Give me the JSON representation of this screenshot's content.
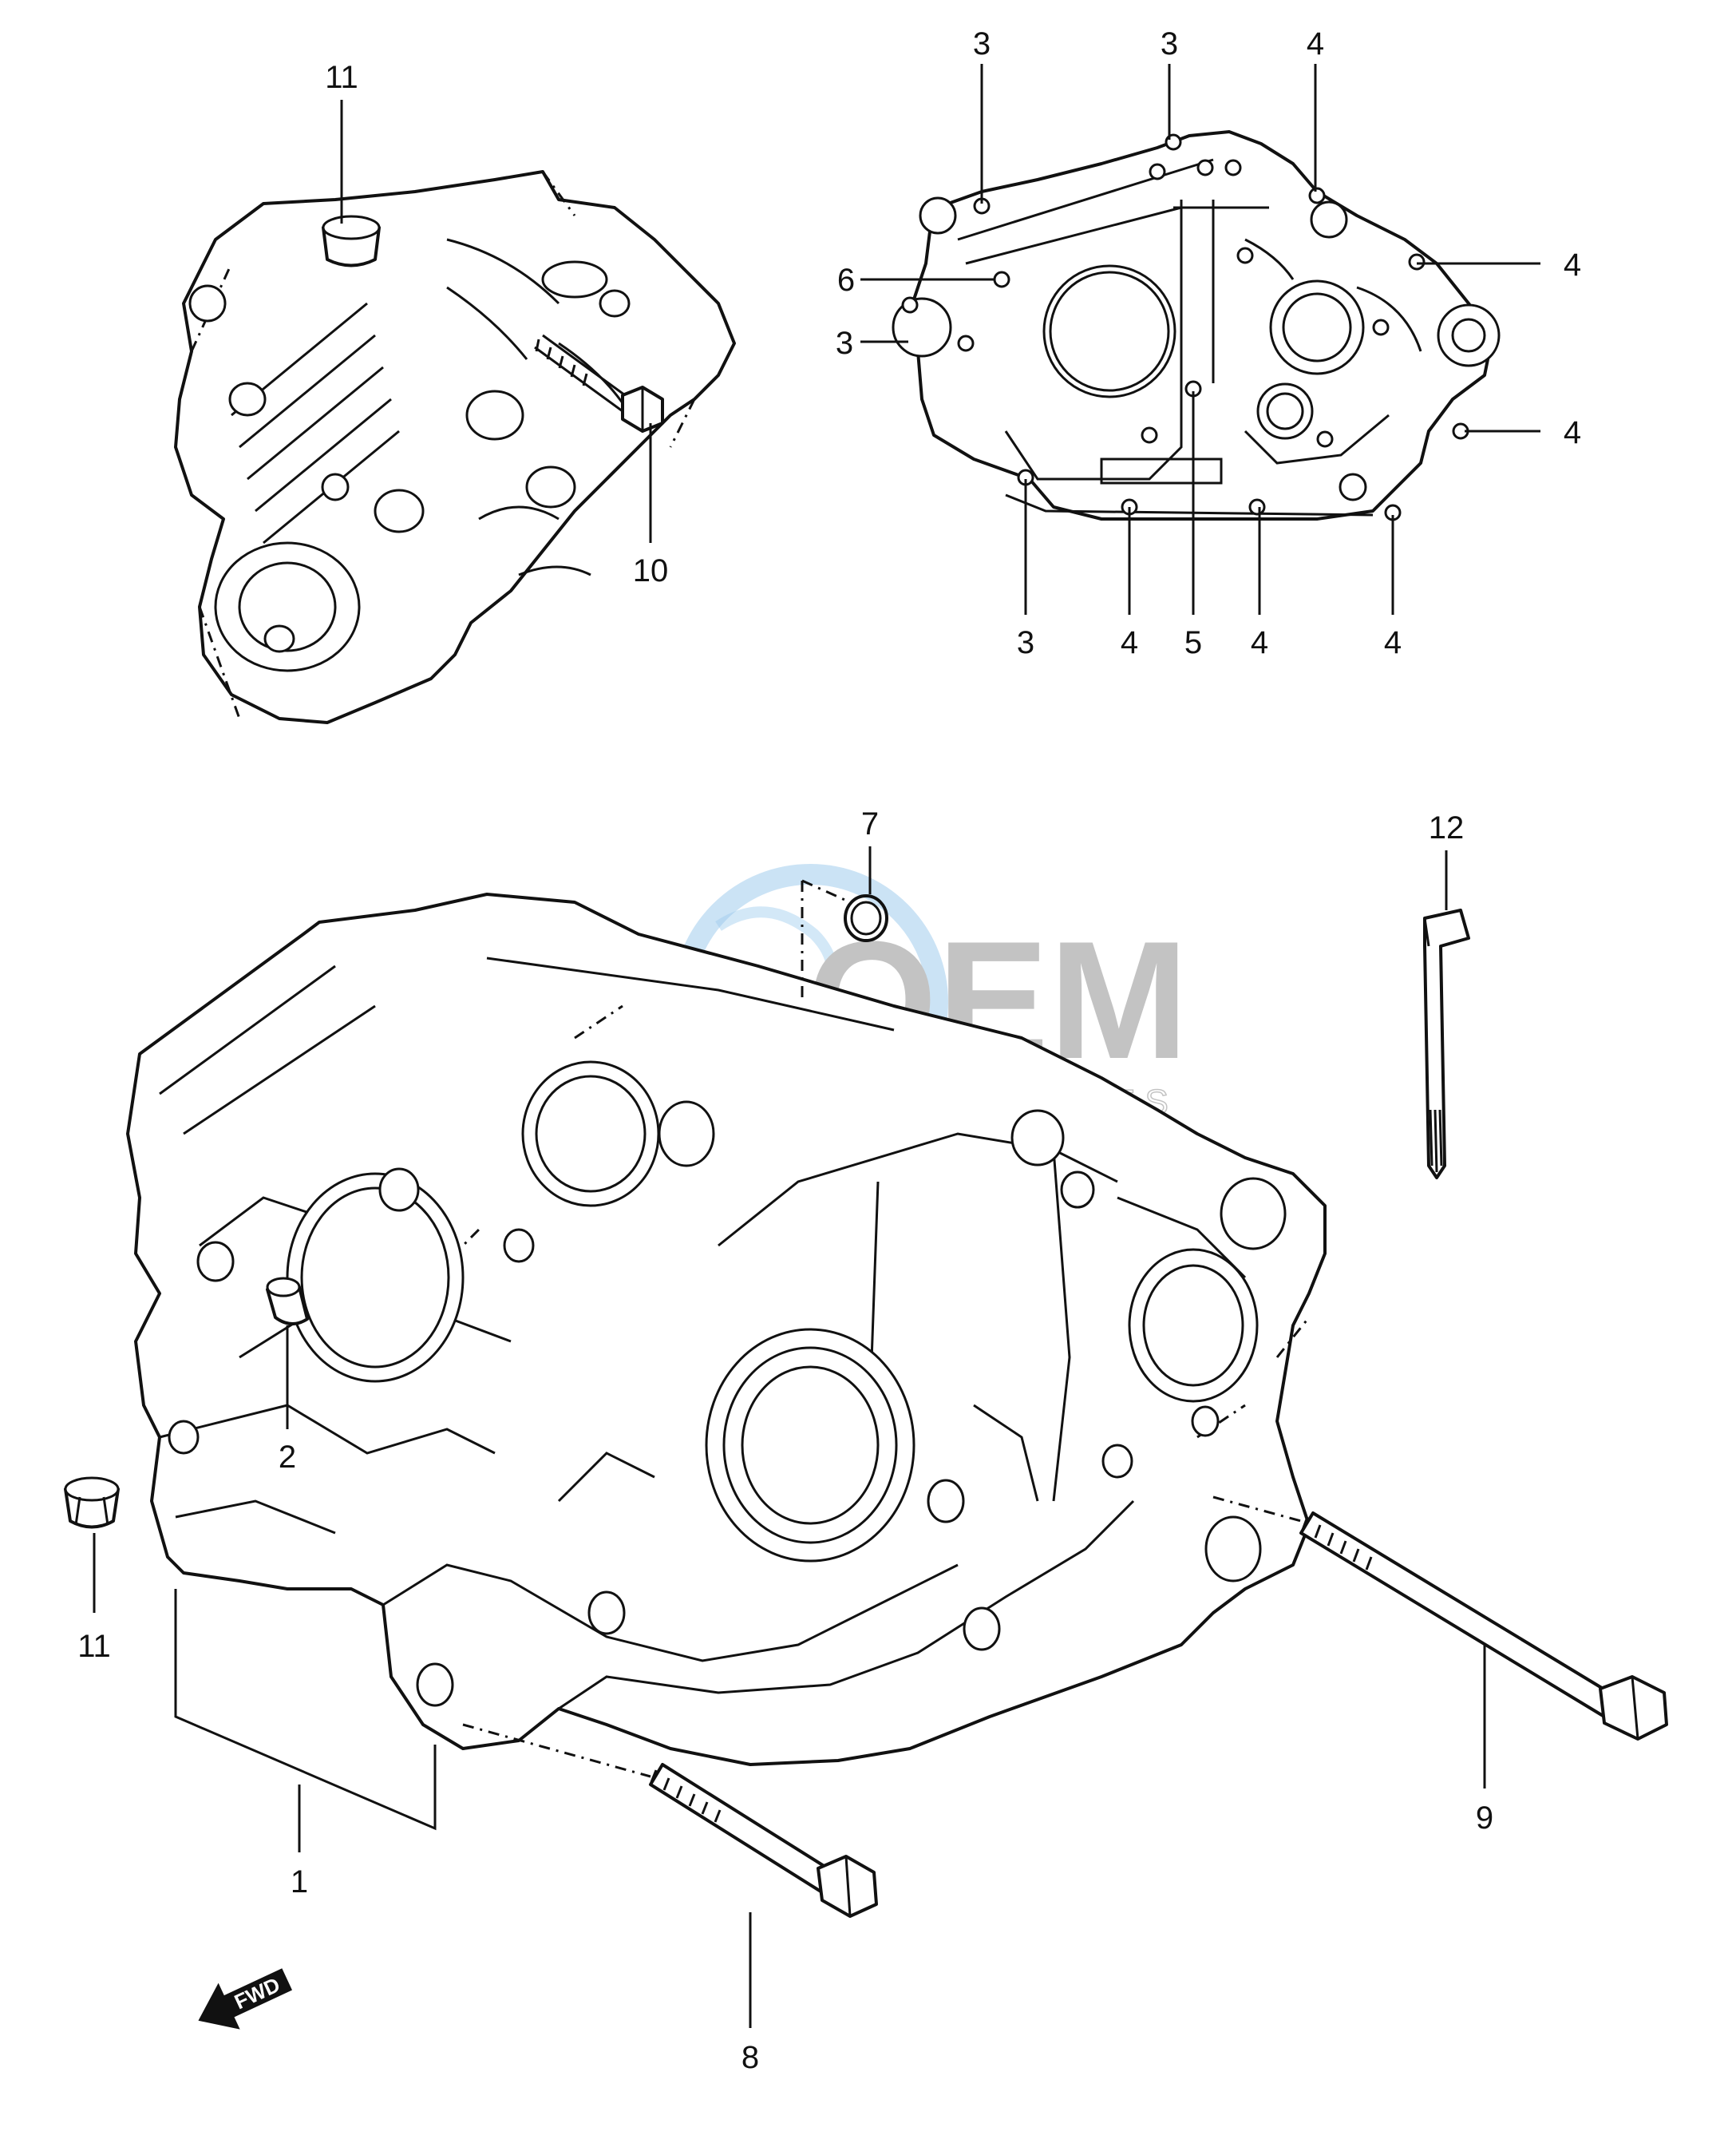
{
  "callouts": {
    "c1": "1",
    "c2": "2",
    "c3a": "3",
    "c3b": "3",
    "c3c": "3",
    "c3d": "3",
    "c4a": "4",
    "c4b": "4",
    "c4c": "4",
    "c4d": "4",
    "c4e": "4",
    "c4f": "4",
    "c5": "5",
    "c6": "6",
    "c7": "7",
    "c8": "8",
    "c9": "9",
    "c10": "10",
    "c11a": "11",
    "c11b": "11",
    "c12": "12"
  },
  "watermark": {
    "brand": "OEM",
    "sub": "MOTORPARTS"
  },
  "fwd_arrow": {
    "label": "FWD"
  },
  "colors": {
    "line": "#111111",
    "watermark_gray": "#b9b9b9",
    "watermark_blue": "#8fc3ea",
    "background": "#ffffff"
  }
}
